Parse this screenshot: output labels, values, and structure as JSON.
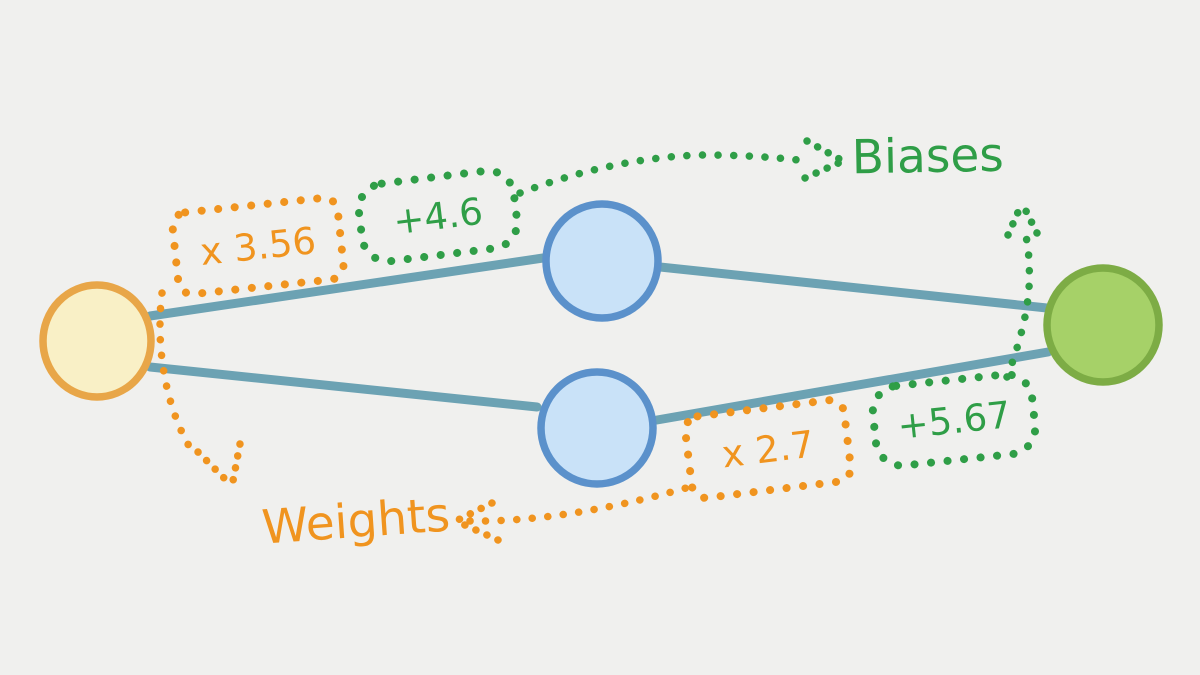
{
  "background_color": "#F0F0EE",
  "network": {
    "description_colors": {
      "edge_color": "#6CA2B3",
      "input_node_fill": "#F9F0C6",
      "input_node_stroke": "#E8A648",
      "hidden_node_fill": "#C9E2F8",
      "hidden_node_stroke": "#5B91CB",
      "output_node_fill": "#A6D168",
      "output_node_stroke": "#7DAC45"
    },
    "node_count": {
      "input": 1,
      "hidden": 2,
      "output": 1
    }
  },
  "annotations": {
    "weights_label": "Weights",
    "biases_label": "Biases",
    "weights_color": "#F0941F",
    "biases_color": "#2F9E47",
    "weight_values": [
      "x 3.56",
      "x 2.7"
    ],
    "bias_values": [
      "+4.6",
      "+5.67"
    ]
  }
}
